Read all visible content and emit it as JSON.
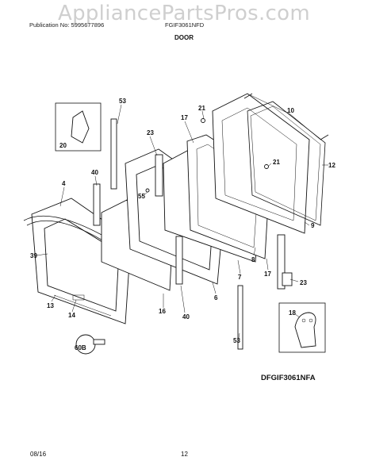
{
  "watermark": "AppliancePartsPros.com",
  "header": {
    "publication": "Publication No: 5995677896",
    "model": "FGIF3061NFD",
    "section_title": "DOOR"
  },
  "diagram_id": "DFGIF3061NFA",
  "footer": {
    "date": "08/16",
    "page": "12"
  },
  "callouts": [
    "53",
    "20",
    "21",
    "10",
    "17",
    "23",
    "12",
    "40",
    "4",
    "21",
    "55",
    "9",
    "39",
    "8",
    "17",
    "7",
    "23",
    "6",
    "13",
    "14",
    "16",
    "40",
    "18",
    "53",
    "60B"
  ]
}
